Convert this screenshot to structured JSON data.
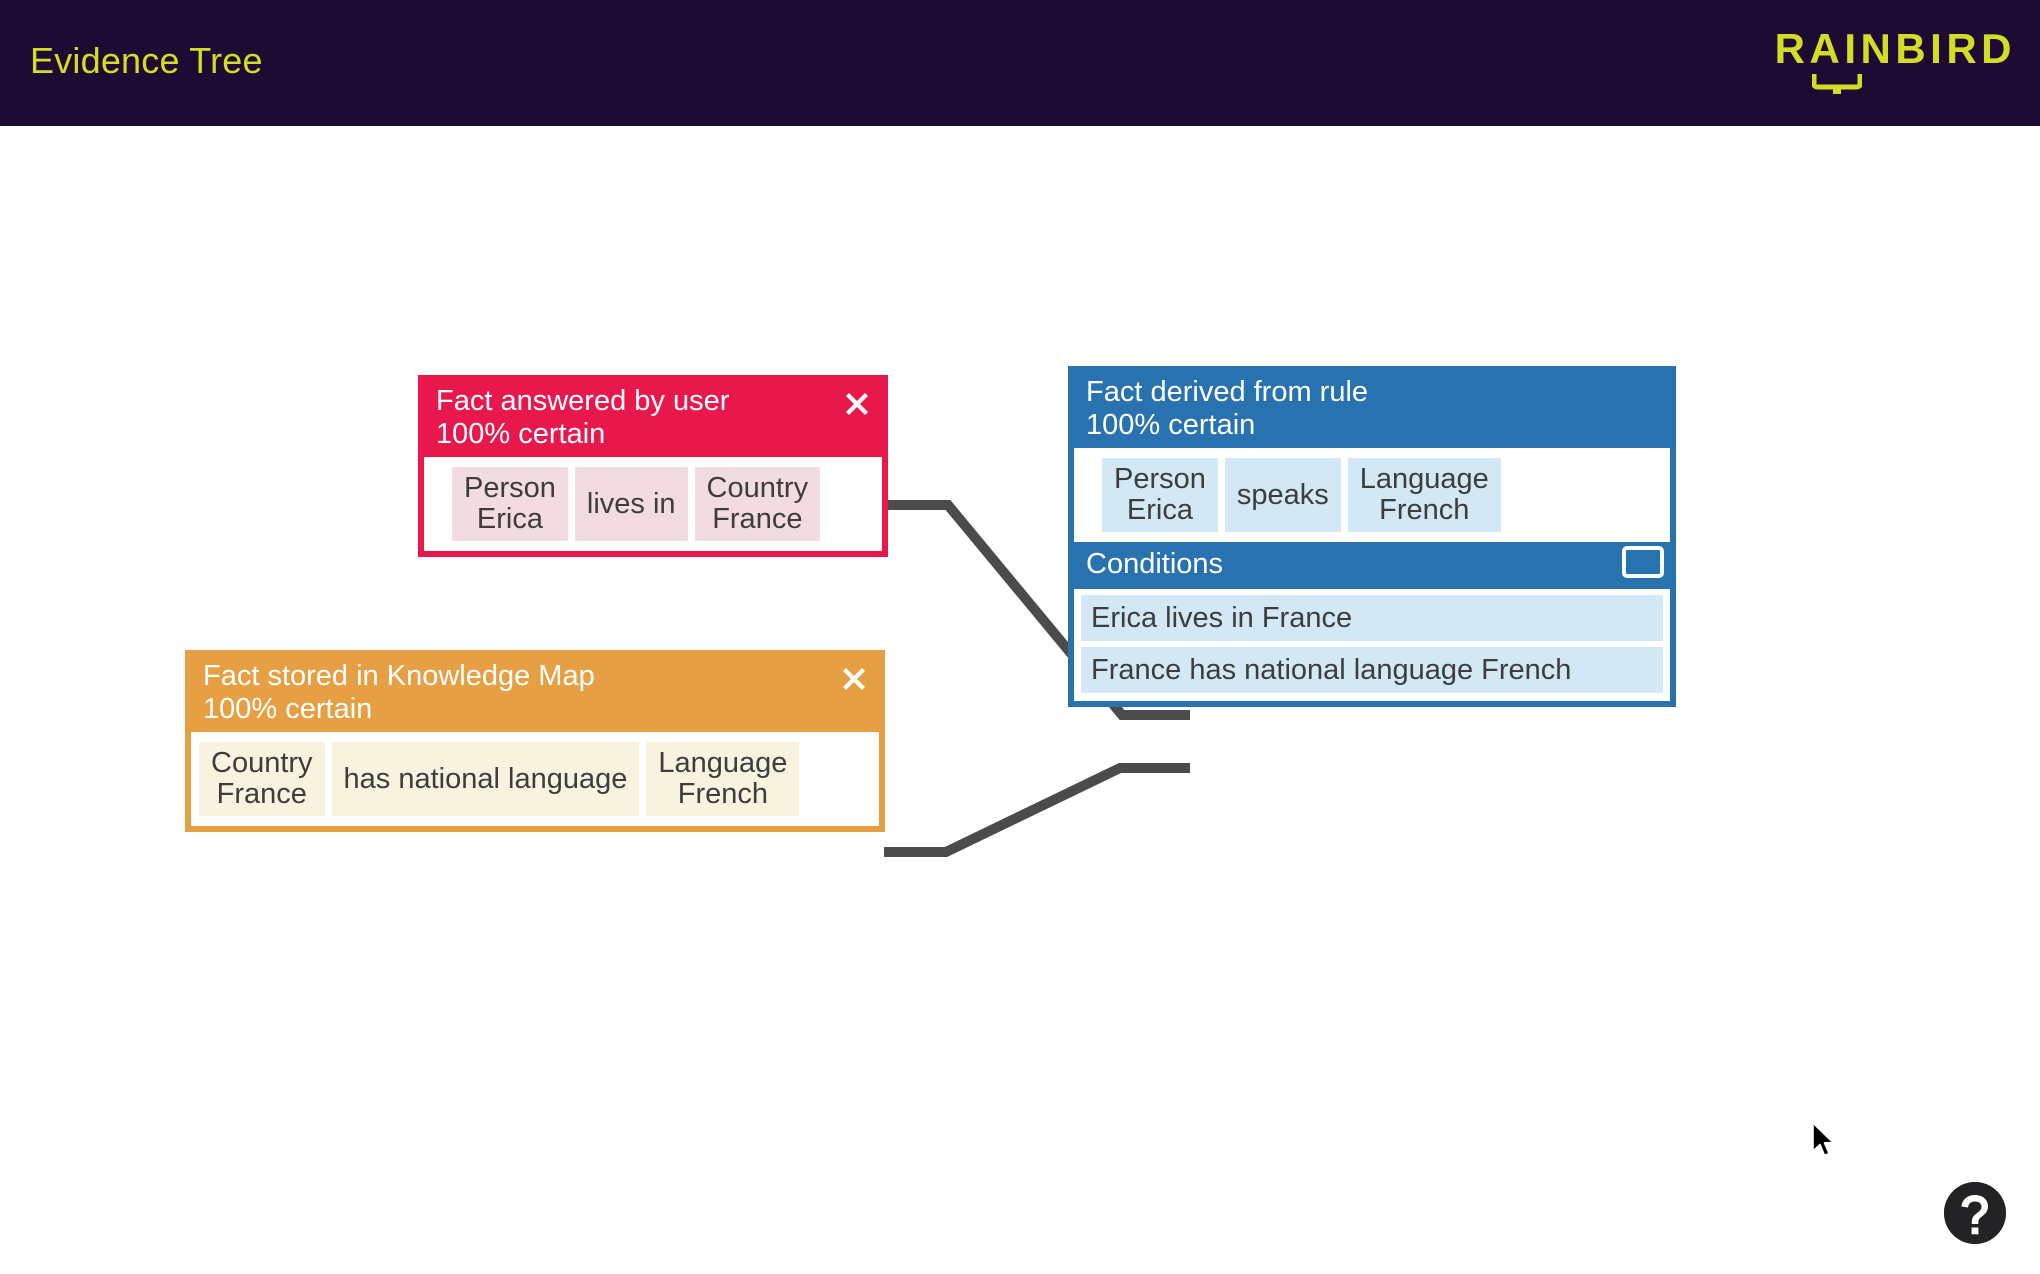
{
  "topbar": {
    "title": "Evidence Tree",
    "logo_text": "RAINBIRD",
    "logo_mark_name": "rainbird-underline-mark",
    "bg_color": "#1d0b33",
    "accent_color": "#d3dd26"
  },
  "nodes": {
    "user_fact": {
      "title": "Fact answered by user",
      "certainty": "100% certain",
      "close_label": "x",
      "header_color": "#e8174c",
      "chip_color": "#f2dcdf",
      "triple": [
        {
          "kind": "Person",
          "value": "Erica"
        },
        {
          "kind": "",
          "value": "lives in"
        },
        {
          "kind": "Country",
          "value": "France"
        }
      ]
    },
    "knowledge_map_fact": {
      "title": "Fact stored in Knowledge Map",
      "certainty": "100% certain",
      "close_label": "x",
      "header_color": "#e6a043",
      "chip_color": "#f7f3df",
      "triple": [
        {
          "kind": "Country",
          "value": "France"
        },
        {
          "kind": "",
          "value": "has national language"
        },
        {
          "kind": "Language",
          "value": "French"
        }
      ]
    },
    "rule_fact": {
      "title": "Fact derived from rule",
      "certainty": "100% certain",
      "header_color": "#2872b0",
      "chip_color": "#d3e8f5",
      "triple": [
        {
          "kind": "Person",
          "value": "Erica"
        },
        {
          "kind": "",
          "value": "speaks"
        },
        {
          "kind": "Language",
          "value": "French"
        }
      ],
      "conditions_label": "Conditions",
      "conditions": [
        "Erica lives in France",
        "France has national language French"
      ]
    }
  },
  "edges": {
    "color": "#4b4b4b",
    "width": 9
  },
  "help": {
    "label": "?"
  }
}
